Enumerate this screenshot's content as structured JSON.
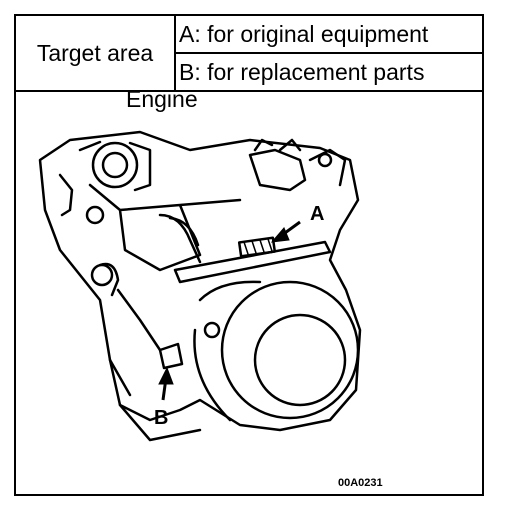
{
  "header": {
    "target_label": "Target area",
    "option_a": "A: for original equipment",
    "option_b": "B: for replacement parts"
  },
  "diagram": {
    "title": "Engine",
    "callout_a": "A",
    "callout_b": "B",
    "figure_code": "00A0231"
  },
  "colors": {
    "ink": "#000000",
    "paper": "#ffffff"
  },
  "icons": [
    "arrow-a-icon",
    "arrow-b-icon",
    "engine-illustration"
  ]
}
